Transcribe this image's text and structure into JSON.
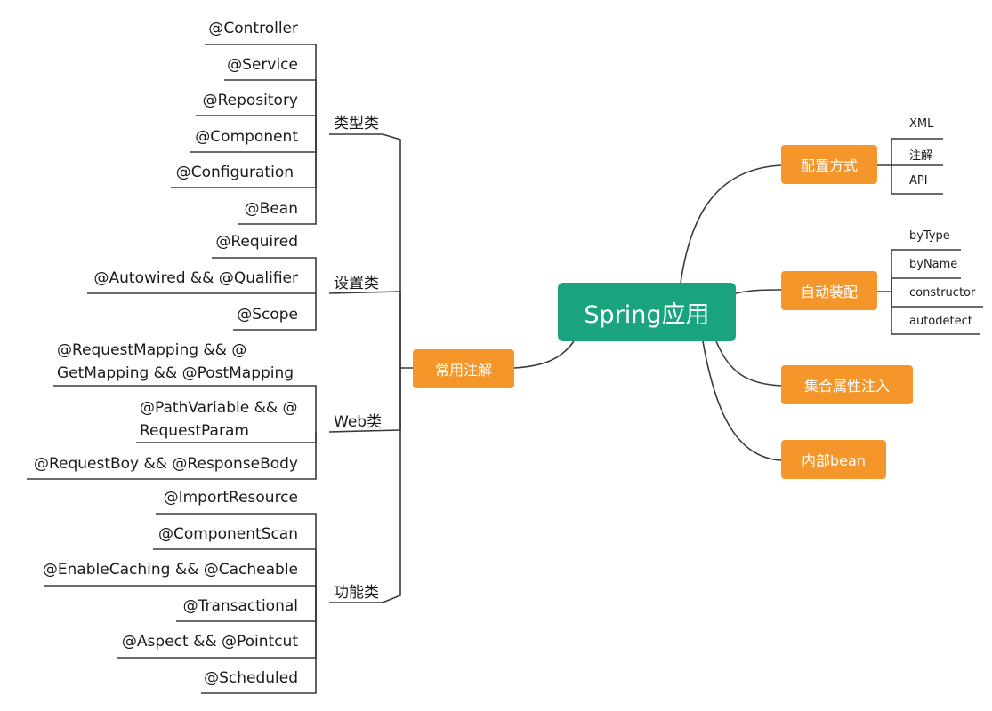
{
  "root": "Spring应用",
  "right": {
    "config": {
      "label": "配置方式",
      "items": [
        "XML",
        "注解",
        "API"
      ]
    },
    "autowire": {
      "label": "自动装配",
      "items": [
        "byType",
        "byName",
        "constructor",
        "autodetect"
      ]
    },
    "collection": {
      "label": "集合属性注入"
    },
    "inner_bean": {
      "label": "内部bean"
    }
  },
  "left": {
    "label": "常用注解",
    "categories": {
      "type": {
        "label": "类型类",
        "items": [
          "@Controller",
          "@Service",
          "@Repository",
          "@Component",
          "@Configuration",
          "@Bean"
        ]
      },
      "setting": {
        "label": "设置类",
        "items": [
          "@Required",
          "@Autowired && @Qualifier",
          "@Scope"
        ]
      },
      "web": {
        "label": "Web类",
        "items": [
          {
            "line1": "@RequestMapping && @",
            "line2": "GetMapping && @PostMapping"
          },
          {
            "line1": "@PathVariable && @",
            "line2": "RequestParam"
          },
          "@RequestBoy && @ResponseBody"
        ]
      },
      "func": {
        "label": "功能类",
        "items": [
          "@ImportResource",
          "@ComponentScan",
          "@EnableCaching && @Cacheable",
          "@Transactional",
          "@Aspect && @Pointcut",
          "@Scheduled"
        ]
      }
    }
  }
}
